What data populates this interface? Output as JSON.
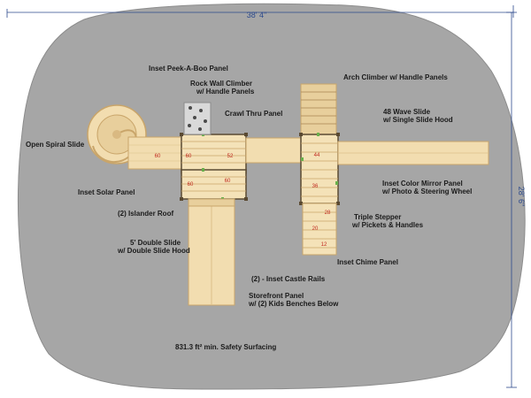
{
  "dimensions": {
    "width": "38' 4\"",
    "height": "28' 6\""
  },
  "labels": {
    "peekaboo": "Inset Peek-A-Boo Panel",
    "rockwall_1": "Rock Wall Climber",
    "rockwall_2": "w/ Handle Panels",
    "crawl": "Crawl Thru Panel",
    "arch_climber": "Arch Climber w/ Handle Panels",
    "wave_1": "48 Wave Slide",
    "wave_2": "w/ Single Slide Hood",
    "spiral": "Open Spiral Slide",
    "solar": "Inset Solar Panel",
    "islander": "(2) Islander Roof",
    "mirror_1": "Inset Color Mirror Panel",
    "mirror_2": "w/ Photo & Steering Wheel",
    "stepper_1": "Triple Stepper",
    "stepper_2": "w/ Pickets & Handles",
    "double_1": "5' Double Slide",
    "double_2": "w/ Double Slide Hood",
    "chime": "Inset Chime Panel",
    "castle": "(2) - Inset Castle Rails",
    "storefront_1": "Storefront Panel",
    "storefront_2": "w/ (2) Kids Benches Below",
    "surfacing": "831.3 ft² min. Safety Surfacing"
  },
  "deck_heights": {
    "d1": "60",
    "d2": "60",
    "d3": "52",
    "d4": "60",
    "d5": "60",
    "d6": "44",
    "d7": "36",
    "d8": "28",
    "d9": "20",
    "d10": "12"
  },
  "colors": {
    "surface": "#a6a6a6",
    "wood": "#f2ddb0",
    "wood_dark": "#c9a56a",
    "post": "#5a4a32",
    "dimension": "#2c4a8c",
    "deck_text": "#c0281e"
  }
}
